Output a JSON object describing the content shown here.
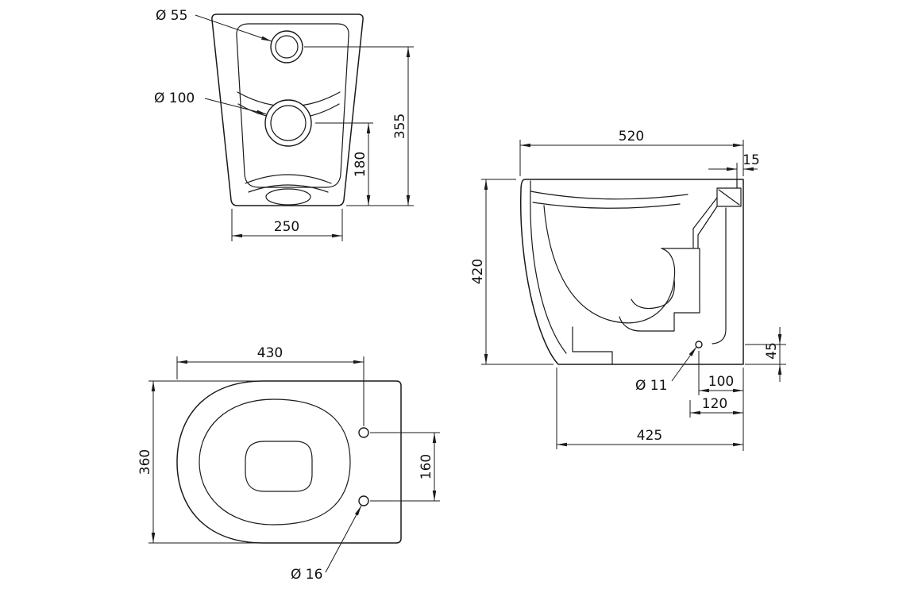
{
  "style": {
    "line_color": "#1a1a1a",
    "background": "#ffffff"
  },
  "views": {
    "rear": {
      "dims": {
        "flush_hole_dia": "Ø 55",
        "inlet_dia": "Ø 100",
        "overall_height": "355",
        "inlet_height": "180",
        "base_width": "250"
      }
    },
    "side": {
      "dims": {
        "overall_depth": "520",
        "rim_offset": "15",
        "overall_height": "420",
        "fixing_hole_dia": "Ø 11",
        "fixing_hole_height": "45",
        "fixing_hole_offset": "100",
        "offset_secondary": "120",
        "base_depth": "425"
      }
    },
    "plan": {
      "dims": {
        "length_to_fixings": "430",
        "overall_width": "360",
        "fixing_spacing": "160",
        "fixing_hole_dia": "Ø 16"
      }
    }
  }
}
